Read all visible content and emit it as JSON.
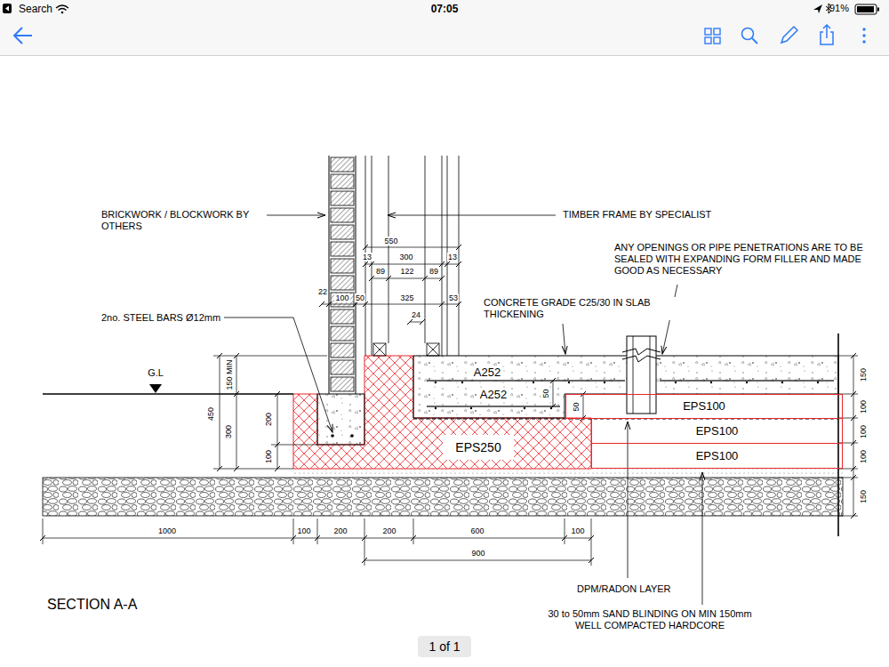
{
  "diagram": {
    "title": "SECTION A-A",
    "nodes": [
      {
        "text": [
          "EPS100"
        ]
      },
      {
        "text": [
          "EPS100"
        ]
      },
      {
        "text": [
          "EPS250"
        ]
      },
      {
        "text": [
          "EPS100"
        ]
      }
    ],
    "labels": [
      "Search",
      "07:05",
      "91%",
      "BRICKWORK / BLOCKWORK BY OTHERS",
      "TIMBER FRAME BY SPECIALIST",
      "550",
      "13",
      "300",
      "13",
      "89",
      "122",
      "89",
      "ANY OPENINGS OR PIPE PENETRATIONS ARE TO BE SEALED WITH EXPANDING FORM FILLER AND MADE GOOD AS NECESSARY",
      "22",
      "100",
      "50",
      "325",
      "53",
      "CONCRETE GRADE C25/30 IN SLAB THICKENING",
      "2no. STEEL BARS Ø12mm",
      "24",
      "150 MIN",
      "G.L",
      "A252",
      "A252",
      "50",
      "150",
      "450",
      "300",
      "200",
      "100",
      "50",
      "100",
      "100",
      "100",
      "150",
      "1000",
      "100",
      "200",
      "200",
      "600",
      "100",
      "900",
      "DPM/RADON LAYER",
      "30 to 50mm SAND BLINDING ON MIN 150mm WELL COMPACTED HARDCORE",
      "1 of 1"
    ]
  }
}
